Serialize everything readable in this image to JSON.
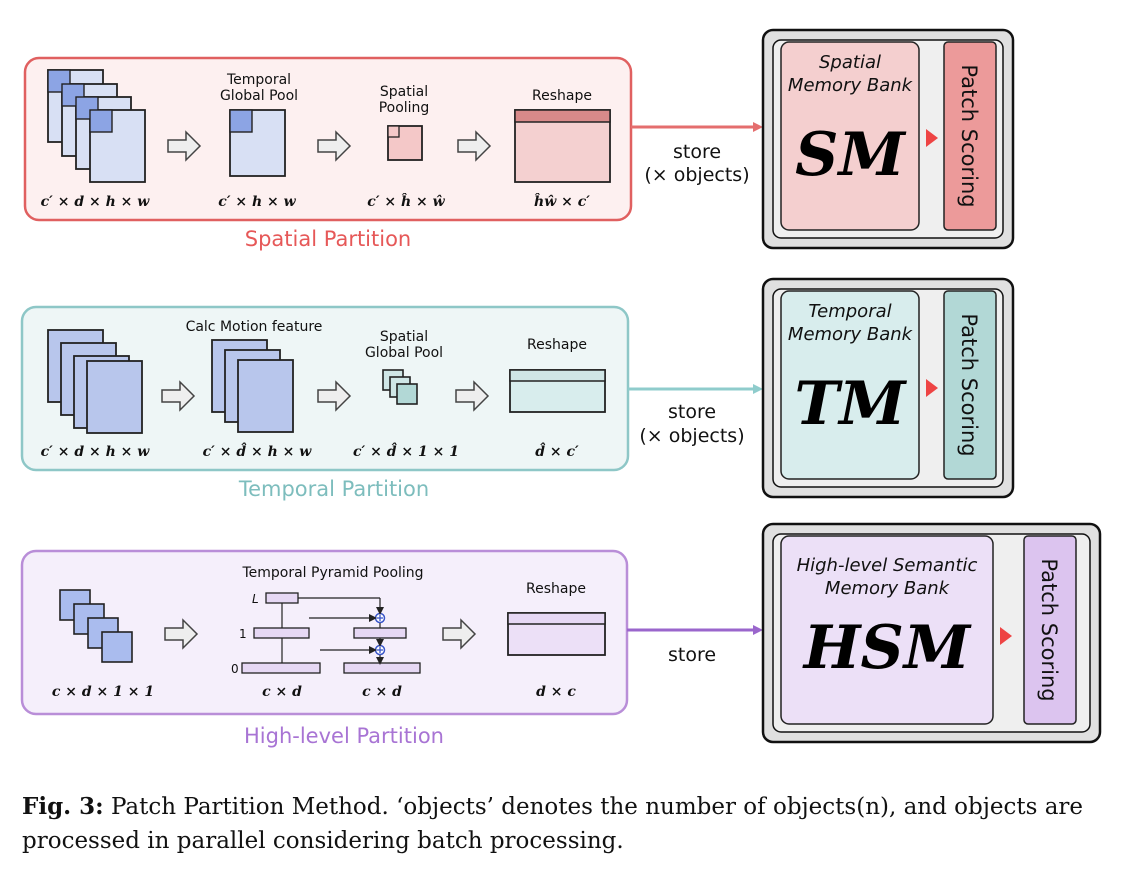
{
  "partitions": [
    {
      "title": "Spatial Partition",
      "stage_titles": [
        "Temporal Global Pool",
        "Spatial Pooling",
        "Reshape"
      ],
      "dims": [
        "c′ × d × h × w",
        "c′ × h × w",
        "c′ × ĥ × ŵ",
        "ĥŵ × c′"
      ],
      "store": [
        "store",
        "(× objects)"
      ],
      "bank": {
        "name_lines": [
          "Spatial",
          "Memory Bank"
        ],
        "abbr": "SM",
        "scoring": "Patch Scoring"
      },
      "colors": {
        "border": "#e06060",
        "fill": "#fdf0f0",
        "title": "#e65858",
        "box": "#d8e0f4",
        "tile": "#f4c8c8",
        "bank": "#f4cfcf",
        "score": "#ec9a9a",
        "arrow": "#e46e6e"
      }
    },
    {
      "title": "Temporal Partition",
      "stage_titles": [
        "Calc Motion feature",
        "Spatial Global Pool",
        "Reshape"
      ],
      "dims": [
        "c′ × d × h × w",
        "c′ × d̂ × h × w",
        "c′ × d̂ × 1 × 1",
        "d̂ × c′"
      ],
      "store": [
        "store",
        "(× objects)"
      ],
      "bank": {
        "name_lines": [
          "Temporal",
          "Memory Bank"
        ],
        "abbr": "TM",
        "scoring": "Patch Scoring"
      },
      "colors": {
        "border": "#8ec7c7",
        "fill": "#eef6f6",
        "title": "#7dbdbd",
        "box": "#b8c6ec",
        "tile": "#cfe6e6",
        "bank": "#d8eded",
        "score": "#b2d8d6",
        "arrow": "#8fcccc"
      }
    },
    {
      "title": "High-level Partition",
      "stage_titles": [
        "Temporal Pyramid Pooling",
        "Reshape"
      ],
      "dims": [
        "c × d × 1 × 1",
        "c × d",
        "c × d",
        "d × c"
      ],
      "pyramid_levels": [
        "L",
        "1",
        "0"
      ],
      "store": [
        "store"
      ],
      "bank": {
        "name_lines": [
          "High-level Semantic",
          "Memory Bank"
        ],
        "abbr": "HSM",
        "scoring": "Patch Scoring"
      },
      "colors": {
        "border": "#b98ed8",
        "fill": "#f5effb",
        "title": "#a874d4",
        "box": "#aabcee",
        "tile": "#e6d8f4",
        "bank": "#ece0f7",
        "score": "#dcc4ef",
        "arrow": "#9a66cc"
      }
    }
  ],
  "caption": {
    "label": "Fig. 3:",
    "text": "Patch Partition Method. ‘objects’ denotes the number of objects(n), and objects are processed in parallel considering batch processing."
  }
}
